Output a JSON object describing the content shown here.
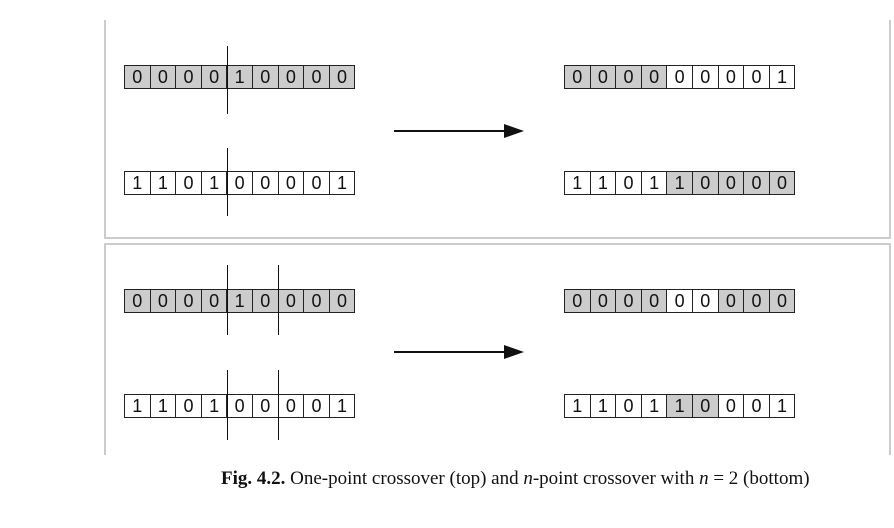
{
  "one_point": {
    "parent1": [
      "0",
      "0",
      "0",
      "0",
      "1",
      "0",
      "0",
      "0",
      "0"
    ],
    "parent2": [
      "1",
      "1",
      "0",
      "1",
      "0",
      "0",
      "0",
      "0",
      "1"
    ],
    "child1": [
      "0",
      "0",
      "0",
      "0",
      "0",
      "0",
      "0",
      "0",
      "1"
    ],
    "child2": [
      "1",
      "1",
      "0",
      "1",
      "1",
      "0",
      "0",
      "0",
      "0"
    ]
  },
  "n_point": {
    "parent1": [
      "0",
      "0",
      "0",
      "0",
      "1",
      "0",
      "0",
      "0",
      "0"
    ],
    "parent2": [
      "1",
      "1",
      "0",
      "1",
      "0",
      "0",
      "0",
      "0",
      "1"
    ],
    "child1": [
      "0",
      "0",
      "0",
      "0",
      "0",
      "0",
      "0",
      "0",
      "0"
    ],
    "child2": [
      "1",
      "1",
      "0",
      "1",
      "1",
      "0",
      "0",
      "0",
      "1"
    ]
  },
  "caption": {
    "fig_label": "Fig. 4.2.",
    "text_a": "One-point crossover (top) and",
    "n_var": "n",
    "text_b": "-point crossover with",
    "eq_var": "n",
    "text_c": "= 2 (bottom)"
  }
}
